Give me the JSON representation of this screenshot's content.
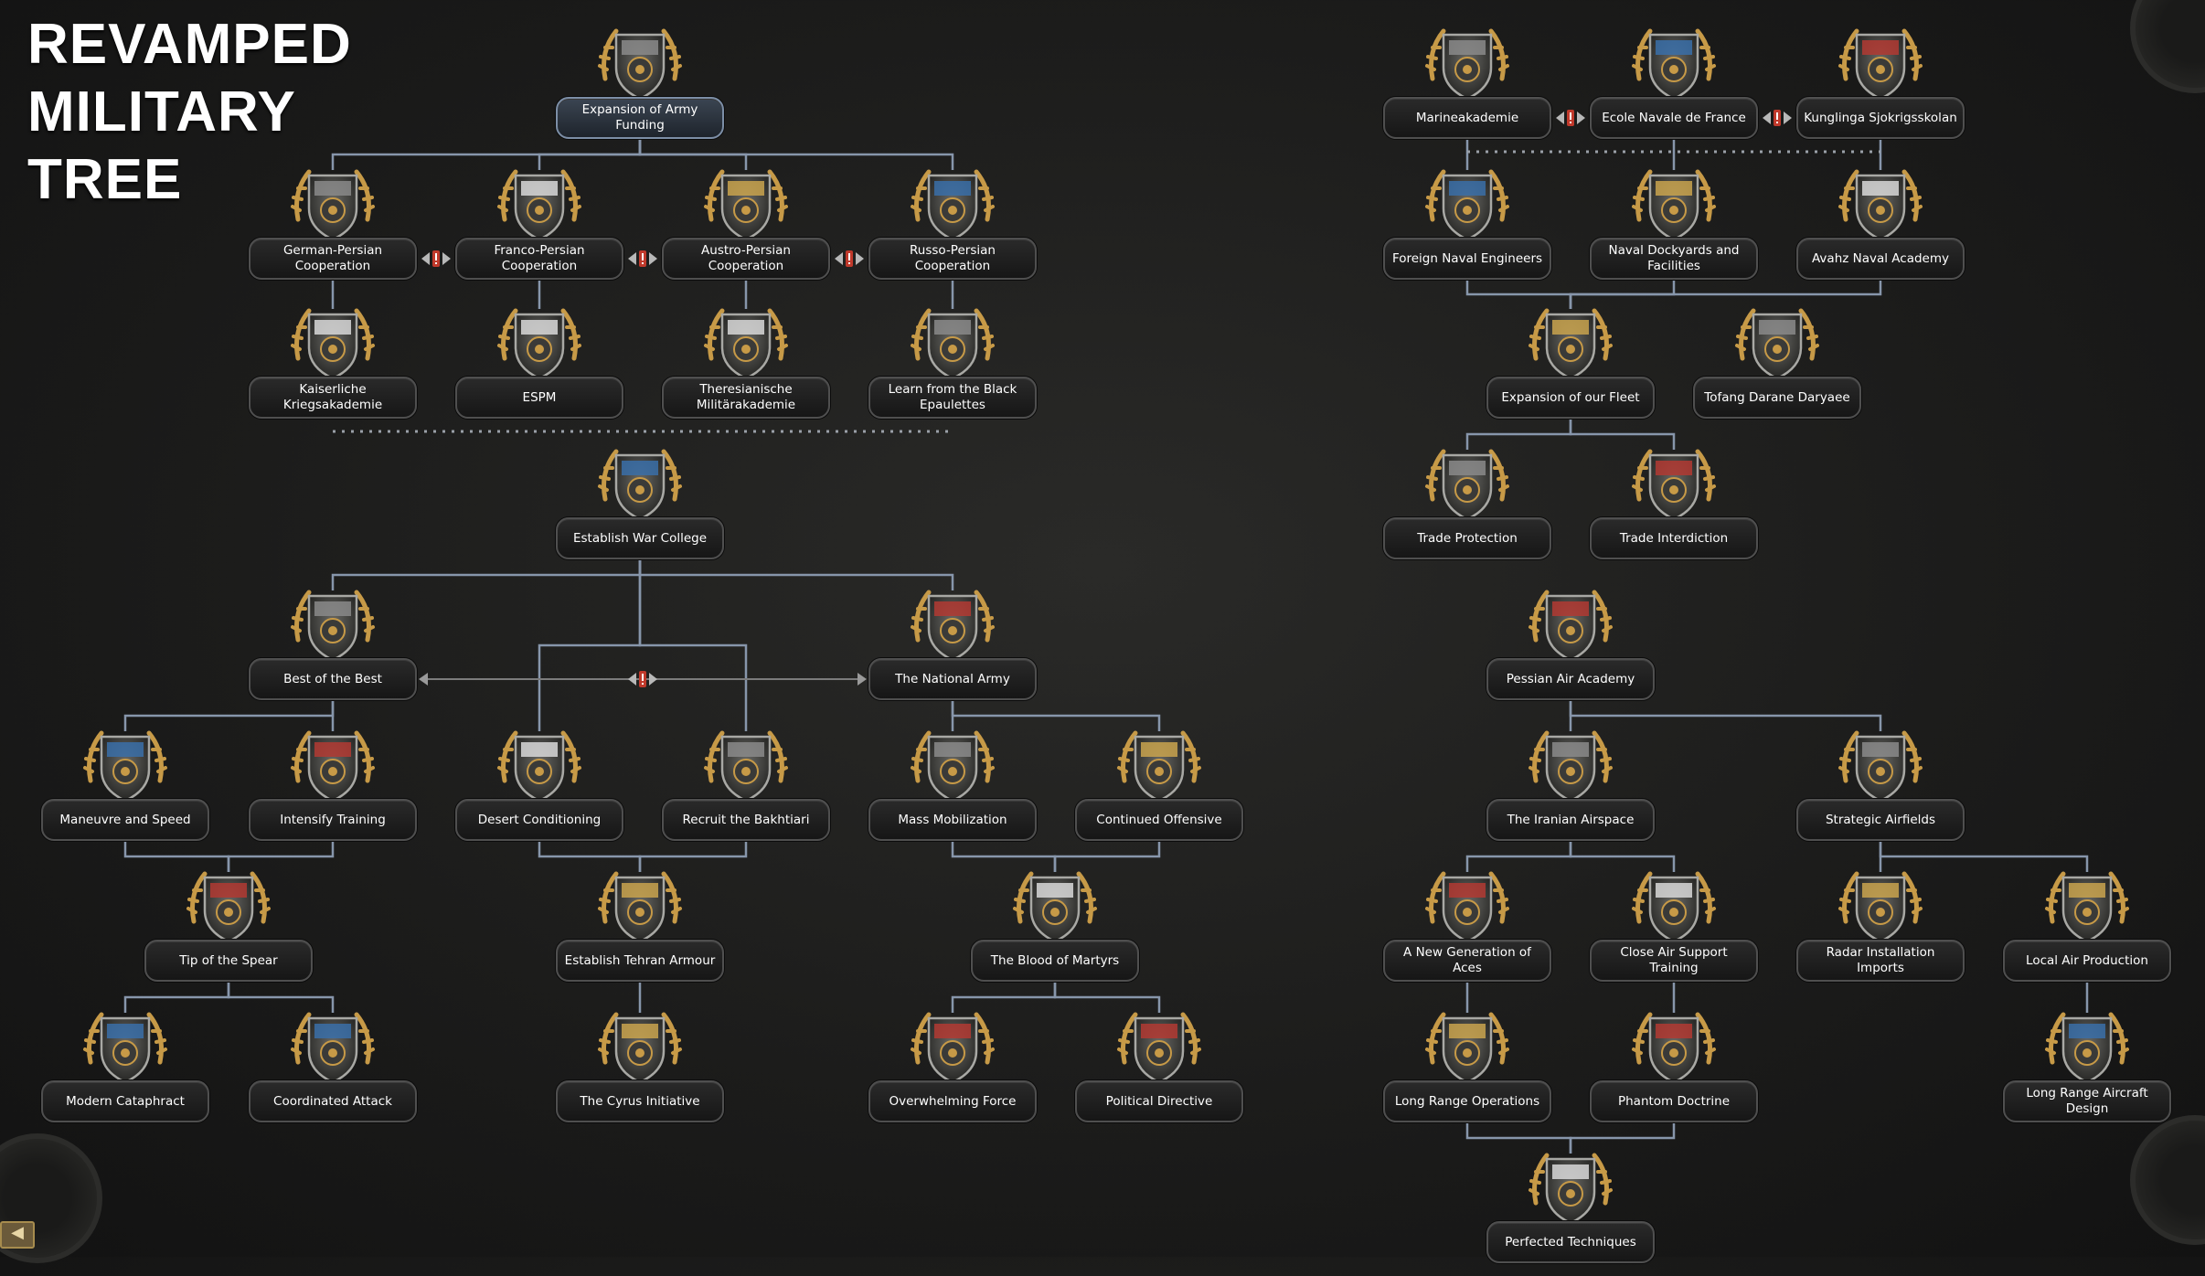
{
  "title": {
    "line1": "REVAMPED",
    "line2": "MILITARY",
    "line3": "TREE"
  },
  "colors": {
    "background": "#1e1e1d",
    "connector": "#8796ab",
    "label_bg": "#1c1c1c",
    "label_border": "#4f4f4f",
    "gold": "#c79a47",
    "exclusive_red": "#c0392b"
  },
  "focuses": [
    {
      "id": "army_funding",
      "label": "Expansion of Army Funding",
      "icon": "star-emblem-icon",
      "col": 700,
      "row": 0,
      "root": true
    },
    {
      "id": "german_persian",
      "label": "German-Persian Cooperation",
      "icon": "german-flag-shield-icon",
      "col": 364,
      "row": 1
    },
    {
      "id": "franco_persian",
      "label": "Franco-Persian Cooperation",
      "icon": "french-flag-shield-icon",
      "col": 590,
      "row": 1
    },
    {
      "id": "austro_persian",
      "label": "Austro-Persian Cooperation",
      "icon": "austrian-flag-shield-icon",
      "col": 816,
      "row": 1
    },
    {
      "id": "russo_persian",
      "label": "Russo-Persian Cooperation",
      "icon": "russian-flag-shield-icon",
      "col": 1042,
      "row": 1
    },
    {
      "id": "kriegsakademie",
      "label": "Kaiserliche Kriegsakademie",
      "icon": "iron-cross-icon",
      "col": 364,
      "row": 2
    },
    {
      "id": "espm",
      "label": "ESPM",
      "icon": "soldiers-badge-icon",
      "col": 590,
      "row": 2
    },
    {
      "id": "theresianische",
      "label": "Theresianische Militärakademie",
      "icon": "academy-building-icon",
      "col": 816,
      "row": 2
    },
    {
      "id": "black_epaulettes",
      "label": "Learn from the Black Epaulettes",
      "icon": "officer-cap-icon",
      "col": 1042,
      "row": 2
    },
    {
      "id": "war_college",
      "label": "Establish War College",
      "icon": "officer-portrait-icon",
      "col": 700,
      "row": 3
    },
    {
      "id": "best_of_best",
      "label": "Best of the Best",
      "icon": "elite-soldiers-icon",
      "col": 364,
      "row": 4
    },
    {
      "id": "national_army",
      "label": "The National Army",
      "icon": "army-parade-icon",
      "col": 1042,
      "row": 4
    },
    {
      "id": "maneuvre_speed",
      "label": "Maneuvre and Speed",
      "icon": "tent-badge-icon",
      "col": 137,
      "row": 5
    },
    {
      "id": "intensify_training",
      "label": "Intensify Training",
      "icon": "flag-infantry-icon",
      "col": 364,
      "row": 5
    },
    {
      "id": "desert_conditioning",
      "label": "Desert Conditioning",
      "icon": "desert-soldier-icon",
      "col": 590,
      "row": 5
    },
    {
      "id": "bakhtiari",
      "label": "Recruit the Bakhtiari",
      "icon": "tribal-warrior-icon",
      "col": 816,
      "row": 5
    },
    {
      "id": "mass_mobilization",
      "label": "Mass Mobilization",
      "icon": "lion-flag-icon",
      "col": 1042,
      "row": 5
    },
    {
      "id": "continued_offensive",
      "label": "Continued Offensive",
      "icon": "advance-map-icon",
      "col": 1268,
      "row": 5
    },
    {
      "id": "tip_of_spear",
      "label": "Tip of the Spear",
      "icon": "spear-shield-icon",
      "col": 250,
      "row": 6
    },
    {
      "id": "tehran_armour",
      "label": "Establish Tehran Armour",
      "icon": "lion-sun-icon",
      "col": 700,
      "row": 6
    },
    {
      "id": "blood_of_martyrs",
      "label": "The Blood of Martyrs",
      "icon": "martyr-soldier-icon",
      "col": 1154,
      "row": 6
    },
    {
      "id": "modern_cataphract",
      "label": "Modern Cataphract",
      "icon": "armored-cavalry-icon",
      "col": 137,
      "row": 7
    },
    {
      "id": "coordinated_attack",
      "label": "Coordinated Attack",
      "icon": "coordinated-troops-icon",
      "col": 364,
      "row": 7
    },
    {
      "id": "cyrus_initiative",
      "label": "The Cyrus Initiative",
      "icon": "persian-banner-icon",
      "col": 700,
      "row": 7
    },
    {
      "id": "overwhelming_force",
      "label": "Overwhelming Force",
      "icon": "artillery-badge-icon",
      "col": 1042,
      "row": 7
    },
    {
      "id": "political_directive",
      "label": "Political Directive",
      "icon": "cannon-shield-icon",
      "col": 1268,
      "row": 7
    },
    {
      "id": "marineakademie",
      "label": "Marineakademie",
      "icon": "naval-helmet-icon",
      "col": 1605,
      "row": 0
    },
    {
      "id": "ecole_navale",
      "label": "Ecole Navale de France",
      "icon": "naval-school-icon",
      "col": 1831,
      "row": 0
    },
    {
      "id": "kunglinga",
      "label": "Kunglinga Sjokrigsskolan",
      "icon": "swedish-anchor-icon",
      "col": 2057,
      "row": 0
    },
    {
      "id": "foreign_naval_engineers",
      "label": "Foreign Naval Engineers",
      "icon": "handshake-case-icon",
      "col": 1605,
      "row": 1
    },
    {
      "id": "naval_dockyards",
      "label": "Naval Dockyards and Facilities",
      "icon": "dockyard-crane-icon",
      "col": 1831,
      "row": 1
    },
    {
      "id": "avahz_academy",
      "label": "Avahz Naval Academy",
      "icon": "anchor-flag-icon",
      "col": 2057,
      "row": 1
    },
    {
      "id": "expansion_fleet",
      "label": "Expansion of our Fleet",
      "icon": "fleet-shield-icon",
      "col": 1718,
      "row": 2
    },
    {
      "id": "tofang_darane",
      "label": "Tofang Darane Daryaee",
      "icon": "marines-ship-icon",
      "col": 1944,
      "row": 2
    },
    {
      "id": "trade_protection",
      "label": "Trade Protection",
      "icon": "escort-ship-icon",
      "col": 1605,
      "row": 3
    },
    {
      "id": "trade_interdiction",
      "label": "Trade Interdiction",
      "icon": "submarine-icon",
      "col": 1831,
      "row": 3
    },
    {
      "id": "air_academy",
      "label": "Pessian Air Academy",
      "icon": "air-roundel-icon",
      "col": 1718,
      "row": 4
    },
    {
      "id": "iranian_airspace",
      "label": "The Iranian Airspace",
      "icon": "fighter-formation-icon",
      "col": 1718,
      "row": 5
    },
    {
      "id": "strategic_airfields",
      "label": "Strategic Airfields",
      "icon": "airfield-tower-icon",
      "col": 2057,
      "row": 5
    },
    {
      "id": "new_generation_aces",
      "label": "A New Generation of Aces",
      "icon": "pilots-group-icon",
      "col": 1605,
      "row": 6
    },
    {
      "id": "close_air_support",
      "label": "Close Air Support Training",
      "icon": "ground-attack-plane-icon",
      "col": 1831,
      "row": 6
    },
    {
      "id": "radar_imports",
      "label": "Radar Installation Imports",
      "icon": "radar-tower-icon",
      "col": 2057,
      "row": 6
    },
    {
      "id": "local_air_production",
      "label": "Local Air Production",
      "icon": "aircraft-factory-icon",
      "col": 2283,
      "row": 6
    },
    {
      "id": "long_range_operations",
      "label": "Long Range Operations",
      "icon": "bomber-icon",
      "col": 1605,
      "row": 7
    },
    {
      "id": "phantom_doctrine",
      "label": "Phantom Doctrine",
      "icon": "jet-fighter-icon",
      "col": 1831,
      "row": 7
    },
    {
      "id": "long_range_aircraft",
      "label": "Long Range Aircraft Design",
      "icon": "aircraft-design-icon",
      "col": 2283,
      "row": 7
    },
    {
      "id": "perfected_techniques",
      "label": "Perfected Techniques",
      "icon": "aviator-wings-icon",
      "col": 1718,
      "row": 8
    }
  ],
  "links": [
    [
      "army_funding",
      "german_persian"
    ],
    [
      "army_funding",
      "franco_persian"
    ],
    [
      "army_funding",
      "austro_persian"
    ],
    [
      "army_funding",
      "russo_persian"
    ],
    [
      "german_persian",
      "kriegsakademie"
    ],
    [
      "franco_persian",
      "espm"
    ],
    [
      "austro_persian",
      "theresianische"
    ],
    [
      "russo_persian",
      "black_epaulettes"
    ],
    [
      "war_college",
      "best_of_best"
    ],
    [
      "war_college",
      "desert_conditioning"
    ],
    [
      "war_college",
      "bakhtiari"
    ],
    [
      "war_college",
      "national_army"
    ],
    [
      "best_of_best",
      "maneuvre_speed"
    ],
    [
      "best_of_best",
      "intensify_training"
    ],
    [
      "national_army",
      "mass_mobilization"
    ],
    [
      "national_army",
      "continued_offensive"
    ],
    [
      "maneuvre_speed",
      "tip_of_spear"
    ],
    [
      "intensify_training",
      "tip_of_spear"
    ],
    [
      "desert_conditioning",
      "tehran_armour"
    ],
    [
      "bakhtiari",
      "tehran_armour"
    ],
    [
      "mass_mobilization",
      "blood_of_martyrs"
    ],
    [
      "continued_offensive",
      "blood_of_martyrs"
    ],
    [
      "tip_of_spear",
      "modern_cataphract"
    ],
    [
      "tip_of_spear",
      "coordinated_attack"
    ],
    [
      "tehran_armour",
      "cyrus_initiative"
    ],
    [
      "blood_of_martyrs",
      "overwhelming_force"
    ],
    [
      "blood_of_martyrs",
      "political_directive"
    ],
    [
      "marineakademie",
      "foreign_naval_engineers"
    ],
    [
      "ecole_navale",
      "naval_dockyards"
    ],
    [
      "kunglinga",
      "avahz_academy"
    ],
    [
      "foreign_naval_engineers",
      "expansion_fleet"
    ],
    [
      "naval_dockyards",
      "expansion_fleet"
    ],
    [
      "avahz_academy",
      "expansion_fleet"
    ],
    [
      "expansion_fleet",
      "trade_protection"
    ],
    [
      "expansion_fleet",
      "trade_interdiction"
    ],
    [
      "air_academy",
      "iranian_airspace"
    ],
    [
      "air_academy",
      "strategic_airfields"
    ],
    [
      "iranian_airspace",
      "new_generation_aces"
    ],
    [
      "iranian_airspace",
      "close_air_support"
    ],
    [
      "strategic_airfields",
      "radar_imports"
    ],
    [
      "strategic_airfields",
      "local_air_production"
    ],
    [
      "new_generation_aces",
      "long_range_operations"
    ],
    [
      "close_air_support",
      "phantom_doctrine"
    ],
    [
      "local_air_production",
      "long_range_aircraft"
    ],
    [
      "long_range_operations",
      "perfected_techniques"
    ],
    [
      "phantom_doctrine",
      "perfected_techniques"
    ]
  ],
  "mutually_exclusive": [
    [
      "german_persian",
      "franco_persian"
    ],
    [
      "franco_persian",
      "austro_persian"
    ],
    [
      "austro_persian",
      "russo_persian"
    ],
    [
      "best_of_best",
      "national_army"
    ],
    [
      "marineakademie",
      "ecole_navale"
    ],
    [
      "ecole_navale",
      "kunglinga"
    ]
  ],
  "dotted_links": [
    [
      "kriegsakademie",
      "black_epaulettes"
    ],
    [
      "marineakademie",
      "kunglinga"
    ]
  ],
  "back_button": {
    "label": "◀",
    "icon": "back-arrow-icon"
  }
}
